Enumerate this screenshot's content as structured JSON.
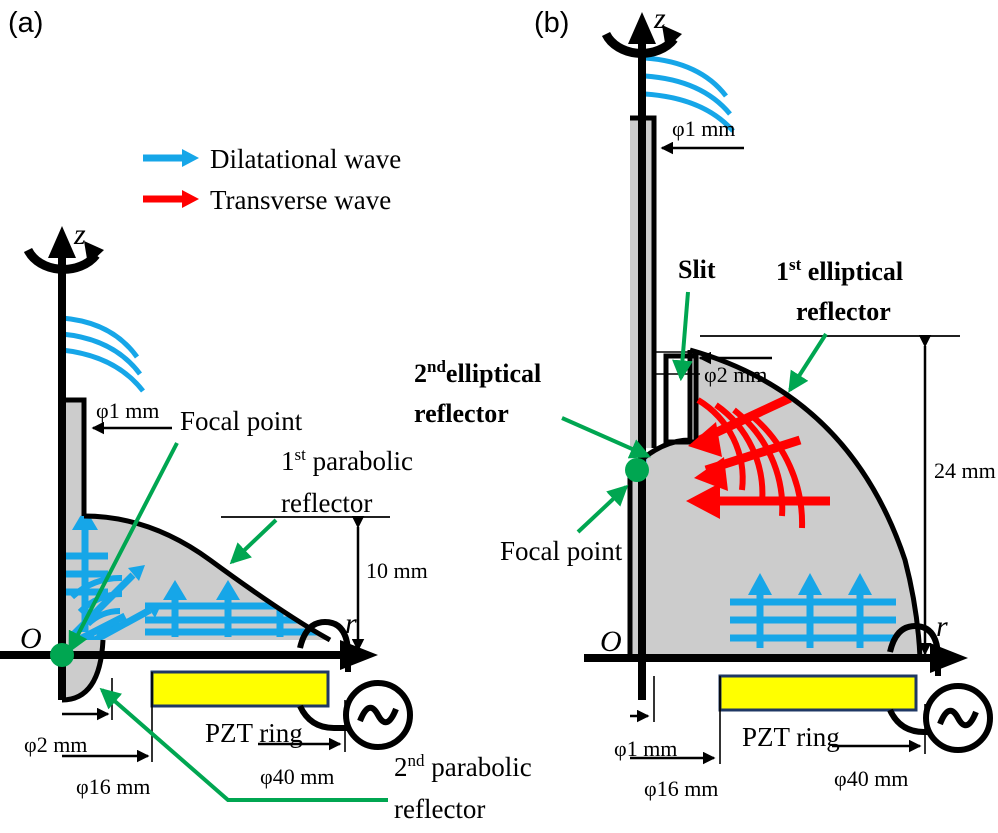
{
  "figure": {
    "panels": [
      {
        "id": "a",
        "label": "(a)",
        "reflector_type": "parabolic",
        "height_dim": "10 mm",
        "annotations": {
          "focal_point": "Focal point",
          "first_reflector_line1_num": "1",
          "first_reflector_line1_sup": "st",
          "first_reflector_line1_rest": " parabolic",
          "first_reflector_line2": "reflector",
          "second_reflector_line1_num": "2",
          "second_reflector_line1_sup": "nd",
          "second_reflector_line1_rest": " parabolic",
          "second_reflector_line2": "reflector"
        },
        "dimensions": {
          "phi1": "φ1 mm",
          "phi2": "φ2 mm",
          "phi16": "φ16 mm",
          "phi40": "φ40 mm",
          "height": "10 mm"
        },
        "axes": {
          "z": "z",
          "r": "r",
          "origin": "O"
        },
        "pzt_label": "PZT ring"
      },
      {
        "id": "b",
        "label": "(b)",
        "reflector_type": "elliptical",
        "height_dim": "24 mm",
        "annotations": {
          "focal_point": "Focal point",
          "slit": "Slit",
          "first_reflector_line1_num": "1",
          "first_reflector_line1_sup": "st",
          "first_reflector_line1_rest": " elliptical",
          "first_reflector_line2": "reflector",
          "second_reflector_line1_num": "2",
          "second_reflector_line1_sup": "nd",
          "second_reflector_line1_rest": "elliptical",
          "second_reflector_line2": "reflector"
        },
        "dimensions": {
          "phi1_top": "φ1 mm",
          "phi2": "φ2 mm",
          "phi1_bottom": "φ1 mm",
          "phi16": "φ16 mm",
          "phi40": "φ40 mm",
          "height": "24 mm"
        },
        "axes": {
          "z": "z",
          "r": "r",
          "origin": "O"
        },
        "pzt_label": "PZT ring"
      }
    ],
    "legend": {
      "items": [
        {
          "label": "Dilatational wave",
          "color": "#16A6E8",
          "arrow": "right-arrow-icon"
        },
        {
          "label": "Transverse wave",
          "color": "#FF0000",
          "arrow": "right-arrow-icon"
        }
      ]
    },
    "colors": {
      "dilatational": "#16A6E8",
      "transverse": "#FF0000",
      "body_fill": "#CCCCCC",
      "pzt": "#FFFF00",
      "pzt_border": "#1F3864",
      "annotation_leader": "#00A651",
      "focal_point": "#00A651",
      "outline": "#000000"
    }
  }
}
